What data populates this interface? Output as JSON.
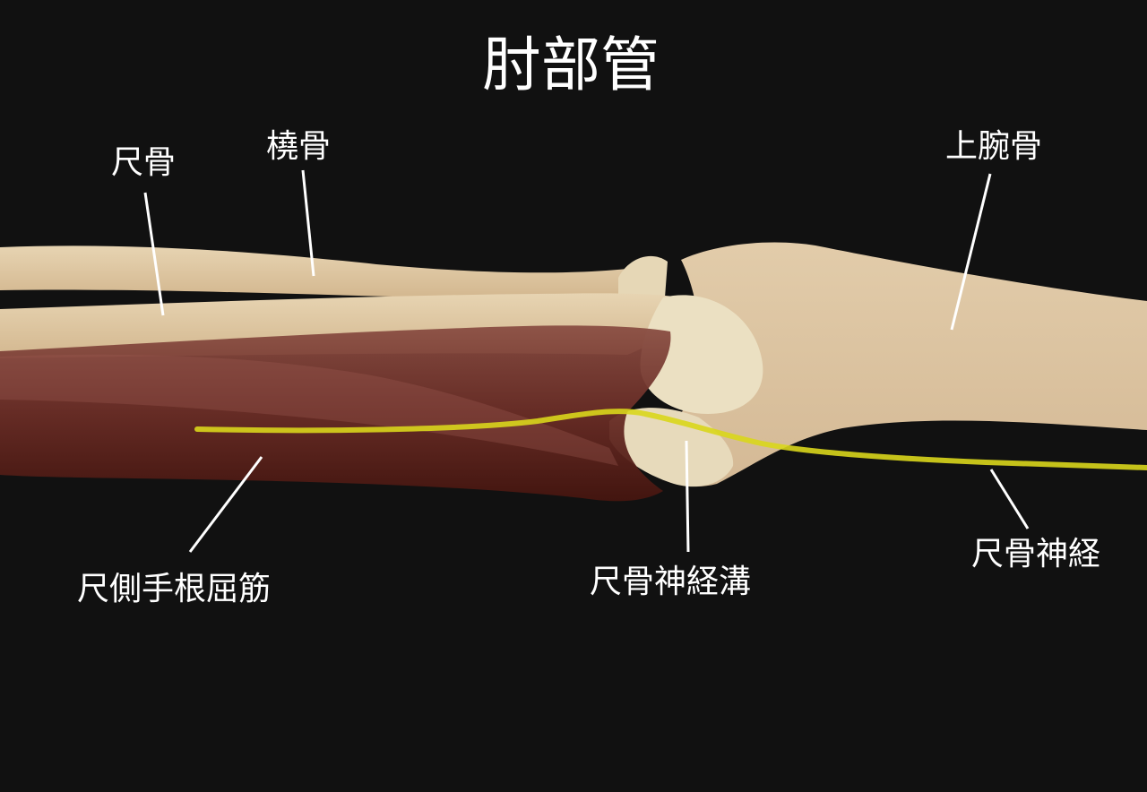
{
  "title": "肘部管",
  "labels": {
    "ulna": "尺骨",
    "radius": "橈骨",
    "humerus": "上腕骨",
    "fcu": "尺側手根屈筋",
    "cubital_groove": "尺骨神経溝",
    "ulnar_nerve": "尺骨神経"
  },
  "colors": {
    "background": "#111111",
    "bone": "#dcc6a2",
    "bone_light": "#e8dcbc",
    "muscle": "#6b2f28",
    "nerve": "#d9d61c",
    "text": "#ffffff"
  }
}
